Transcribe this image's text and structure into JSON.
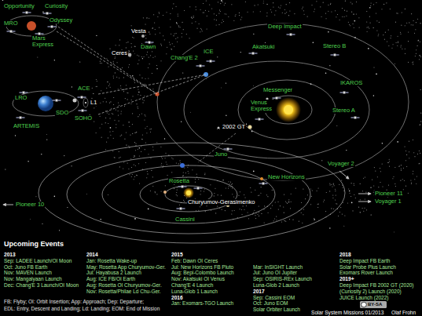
{
  "diagram": {
    "labels": [
      "Opportunity",
      "Curiosity",
      "MRO",
      "Odyssey",
      "Mars Express",
      "Vesta",
      "Dawn",
      "Ceres",
      "Chang'E 2",
      "ICE",
      "Deep Impact",
      "Akatsuki",
      "Stereo B",
      "Messenger",
      "Venus Express",
      "IKAROS",
      "Stereo A",
      "ACE",
      "L1",
      "LRO",
      "SDO",
      "SOHO",
      "ARTEMIS",
      "2002 GT",
      "Juno",
      "Rosetta",
      "Churyumov-Gerasimenko",
      "New Horizons",
      "Cassini",
      "Voyager 2",
      "Pioneer 11",
      "Voyager 1",
      "Pioneer 10",
      "Upcoming Events",
      "2013",
      "Sep: LADEE Launch/OI Moon",
      "Oct: Juno FB Earth",
      "Nov: MAVEN Launch",
      "Nov: Mangalyaan Launch",
      "Dec: Chang'E 3 Launch/OI Moon",
      "2014",
      "Jan: Rosetta Wake-up",
      "May: Rosetta App Churyumov-Ger.",
      "Jul: Hayabusa 2 Launch",
      "Aug: ICE FB/OI Earth",
      "Aug: Rosetta OI Churyumov-Ger.",
      "Nov: Rosetta/Philae Ld Chu-Ger.",
      "2015",
      "Feb: Dawn OI Ceres",
      "Jul: New Horizons FB Pluto",
      "Aug: Bepi-Colombo Launch",
      "Nov: Akatsuki OI Venus",
      "Chang'E 4 Launch",
      "Luna-Glob 1 Launch",
      "2016",
      "Jan: Exomars-TGO Launch",
      "Mar: InSIGHT Launch",
      "Jul: Juno OI Jupiter",
      "Sep: OSIRIS-REx Launch",
      "Luna-Glob 2 Launch",
      "2017",
      "Sep: Cassini EOM",
      "Oct: Juno EOM",
      "Solar Orbiter Launch",
      "2018",
      "Deep Impact FB Earth",
      "Solar Probe Plus Launch",
      "Exomars Rover Launch",
      "2019+",
      "Deep Impact FB 2002 GT (2020)",
      "(Curiosity 2) Launch (2020)",
      "JUICE Launch (2022)",
      "FB: Flyby; OI: Orbit Insertion; App: Approach; Dep: Departure;",
      "EDL: Entry, Descent and Landing; Ld: Landing; EOM: End of Mission",
      "BY-SA",
      "Olaf Frohn",
      "Solar System Missions 01/2013"
    ]
  }
}
